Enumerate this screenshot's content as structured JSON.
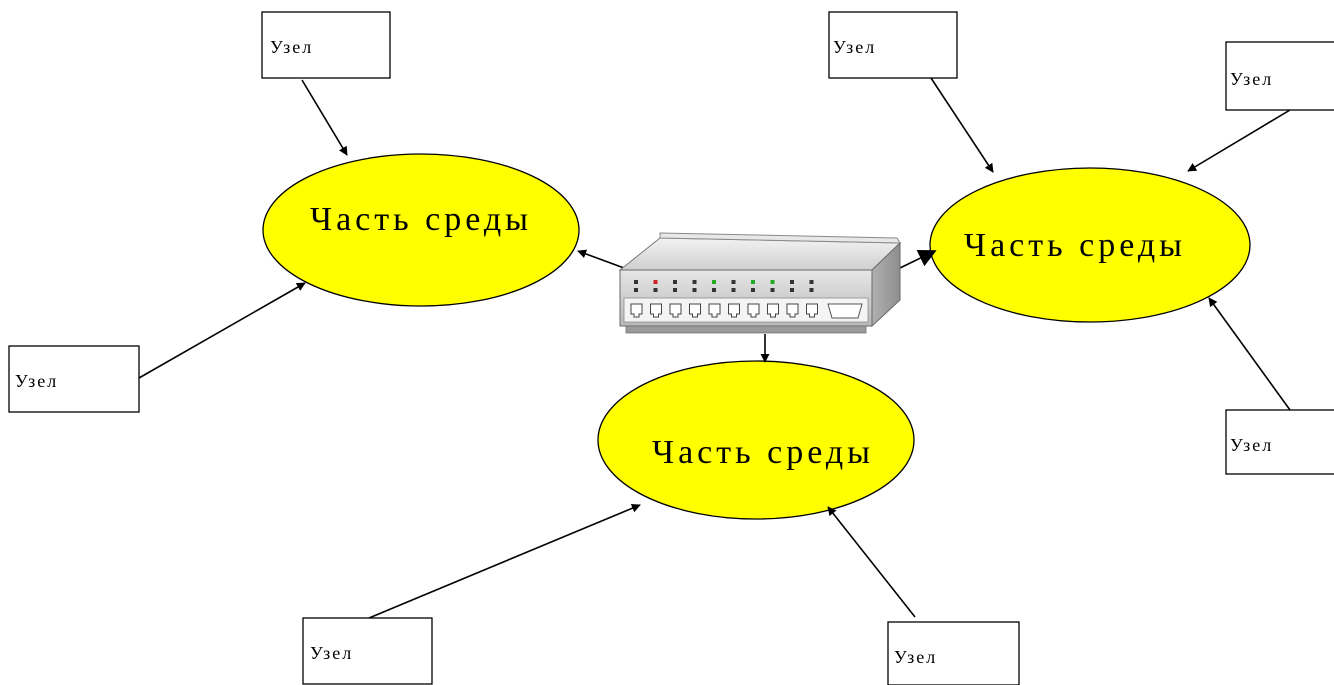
{
  "node_label": "Узел",
  "segment_label": "Часть среды",
  "colors": {
    "segment_fill": "#ffff00",
    "outline": "#000000",
    "background": "#ffffff"
  },
  "device": {
    "icon": "network-hub-icon",
    "port_count": 10
  }
}
